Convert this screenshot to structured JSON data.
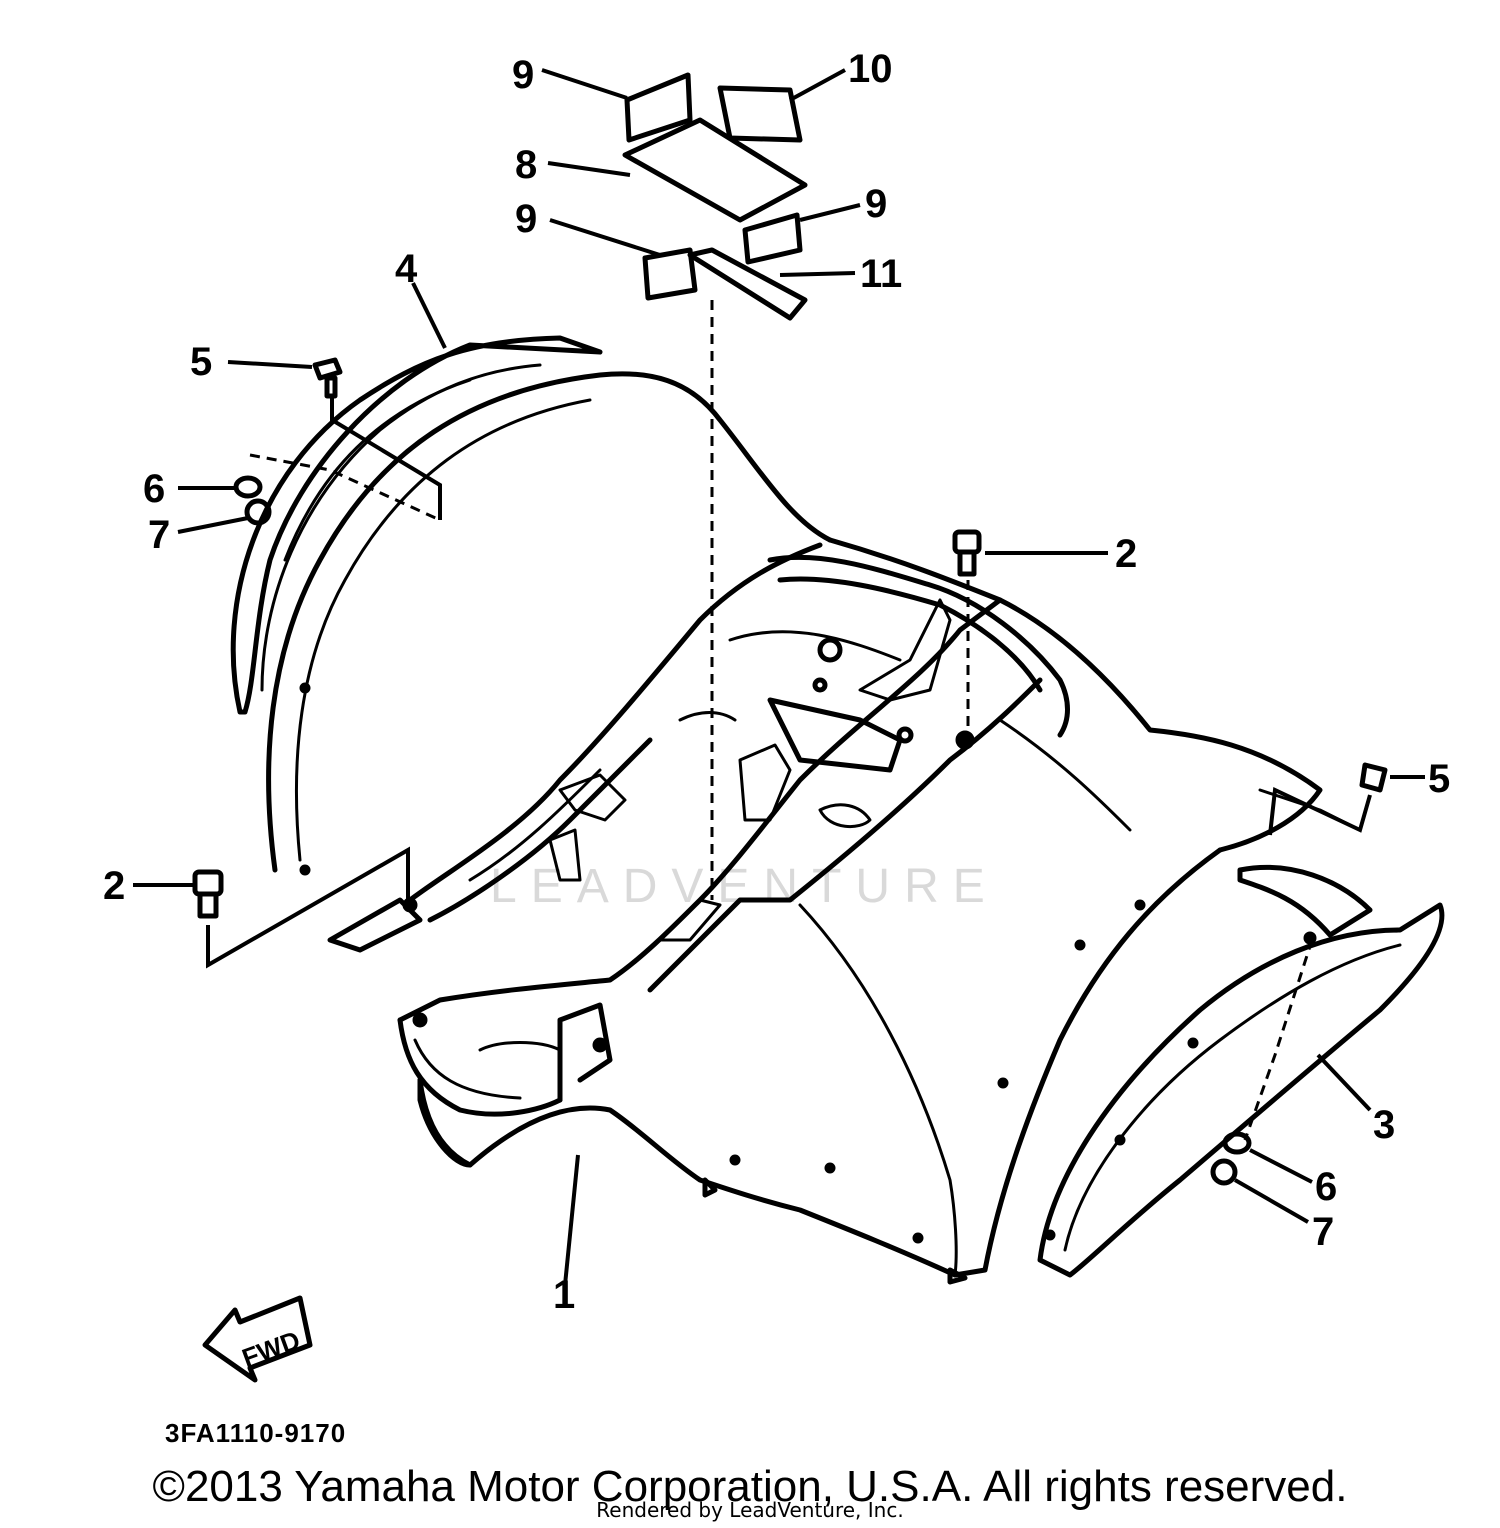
{
  "diagram": {
    "callouts": {
      "c1": "1",
      "c2a": "2",
      "c2b": "2",
      "c3": "3",
      "c4": "4",
      "c5a": "5",
      "c5b": "5",
      "c6a": "6",
      "c6b": "6",
      "c7a": "7",
      "c7b": "7",
      "c8": "8",
      "c9a": "9",
      "c9b": "9",
      "c9c": "9",
      "c10": "10",
      "c11": "11"
    },
    "direction_arrow": "FWD",
    "part_number": "3FA1110-9170",
    "watermark": "LEADVENTURE"
  },
  "footer": {
    "copyright": "©2013 Yamaha Motor Corporation, U.S.A. All rights reserved.",
    "rendered_by": "Rendered by LeadVenture, Inc."
  }
}
